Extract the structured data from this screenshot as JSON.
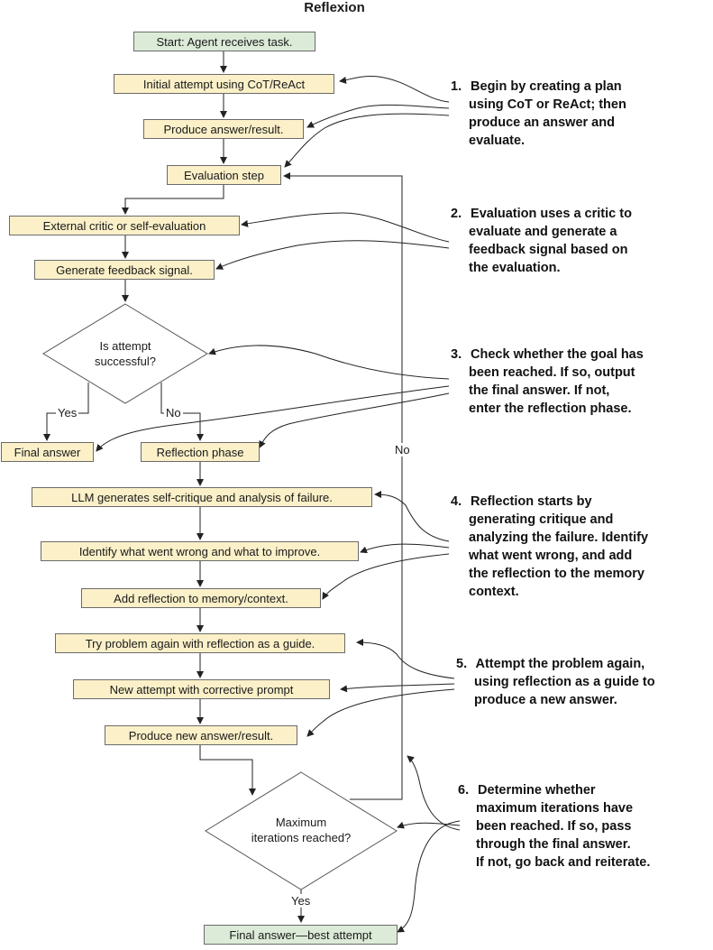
{
  "title": "Reflexion",
  "nodes": {
    "start": "Start: Agent receives task.",
    "initial_attempt": "Initial attempt using CoT/ReAct",
    "produce_answer": "Produce answer/result.",
    "evaluation_step": "Evaluation step",
    "external_critic": "External critic or self-evaluation",
    "generate_feedback": "Generate feedback signal.",
    "decision_success_line1": "Is attempt",
    "decision_success_line2": "successful?",
    "final_answer": "Final answer",
    "reflection_phase": "Reflection phase",
    "llm_self_critique": "LLM generates self-critique and analysis of failure.",
    "identify_wrong": "Identify what went wrong and what to improve.",
    "add_reflection": "Add reflection to memory/context.",
    "try_again": "Try problem again with reflection as a guide.",
    "new_attempt": "New attempt with corrective prompt",
    "produce_new_answer": "Produce new answer/result.",
    "decision_max_line1": "Maximum",
    "decision_max_line2": "iterations reached?",
    "final_best": "Final answer—best attempt"
  },
  "edge_labels": {
    "yes_success": "Yes",
    "no_success": "No",
    "no_max": "No",
    "yes_max": "Yes"
  },
  "annotations": [
    {
      "number": "1.",
      "lines": [
        "Begin by creating a plan",
        "using CoT or ReAct; then",
        "produce an answer and",
        "evaluate."
      ]
    },
    {
      "number": "2.",
      "lines": [
        "Evaluation uses a critic to",
        "evaluate and generate a",
        "feedback signal based on",
        "the evaluation."
      ]
    },
    {
      "number": "3.",
      "lines": [
        "Check whether the goal has",
        "been reached. If so, output",
        "the final answer. If not,",
        "enter the reflection phase."
      ]
    },
    {
      "number": "4.",
      "lines": [
        "Reflection starts by",
        "generating critique and",
        "analyzing the failure. Identify",
        "what went wrong, and add",
        "the reflection to the memory",
        "context."
      ]
    },
    {
      "number": "5.",
      "lines": [
        "Attempt the problem again,",
        "using reflection as a guide to",
        "produce a new answer."
      ]
    },
    {
      "number": "6.",
      "lines": [
        "Determine whether",
        "maximum iterations have",
        "been reached. If so, pass",
        "through the final answer.",
        "If not, go back and reiterate."
      ]
    }
  ],
  "colors": {
    "process_fill": "#fbf0c8",
    "terminal_fill": "#dcebd8",
    "stroke": "#6b6b6b",
    "line": "#222222"
  }
}
